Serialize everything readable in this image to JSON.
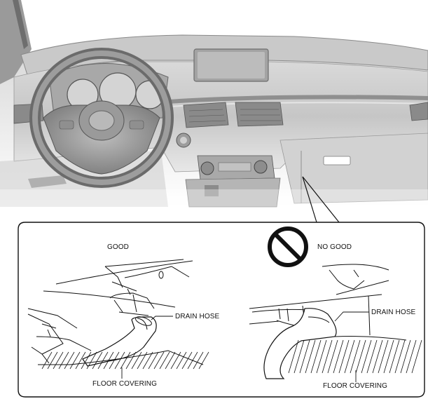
{
  "labels": {
    "good": "GOOD",
    "no_good": "NO GOOD",
    "drain_hose_good": "DRAIN HOSE",
    "drain_hose_no_good": "DRAIN HOSE",
    "floor_covering_good": "FLOOR COVERING",
    "floor_covering_no_good": "FLOOR COVERING"
  },
  "icons": {
    "prohibition": "prohibition-icon"
  }
}
